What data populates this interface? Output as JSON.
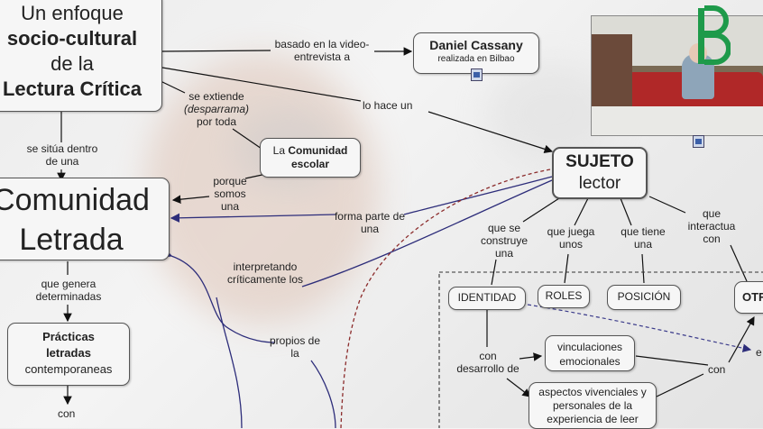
{
  "nodes": {
    "title_l1": "Un enfoque",
    "title_l2": "socio-cultural",
    "title_l3": "de la",
    "title_l4": "Lectura Crítica",
    "cassany_name": "Daniel Cassany",
    "cassany_sub": "realizada en Bilbao",
    "comunidad_a": "La",
    "comunidad_b": "Comunidad",
    "comunidad_c": "escolar",
    "sujeto_l1": "SUJETO",
    "sujeto_l2": "lector",
    "letrada_l1": "Comunidad",
    "letrada_l2": "Letrada",
    "practicas_l1": "Prácticas",
    "practicas_l2": "letradas",
    "practicas_l3": "contemporaneas",
    "identidad": "IDENTIDAD",
    "roles": "ROLES",
    "posicion": "POSICIÓN",
    "otros": "OTR",
    "vinculaciones": "vinculaciones emocionales",
    "aspectos": "aspectos vivenciales y personales de la experiencia de leer"
  },
  "links": {
    "basado": "basado en la video-entrevista a",
    "extiende_a": "se extiende",
    "extiende_b": "(desparrama)",
    "extiende_c": "por toda",
    "hace": "lo hace un",
    "situa": "se sitúa dentro de una",
    "porque": "porque somos una",
    "forma": "forma parte de una",
    "interpretando": "interpretando críticamente los",
    "genera": "que genera determinadas",
    "propios": "propios de la",
    "con_bottom": "con",
    "construye": "que se construye una",
    "juega": "que juega unos",
    "tiene": "que tiene una",
    "interactua": "que interactua con",
    "con_desarrollo": "con desarrollo de",
    "con_right": "con",
    "e_cut": "e"
  },
  "icons": [
    "document-icon",
    "video-icon",
    "play-icon"
  ],
  "colors": {
    "arrow_dark": "#111111",
    "arrow_blue": "#2d2d7a",
    "dashed_red": "#8b2b2b",
    "dashed_blue": "#3a3a8a",
    "logo_green": "#1e9a4a"
  }
}
